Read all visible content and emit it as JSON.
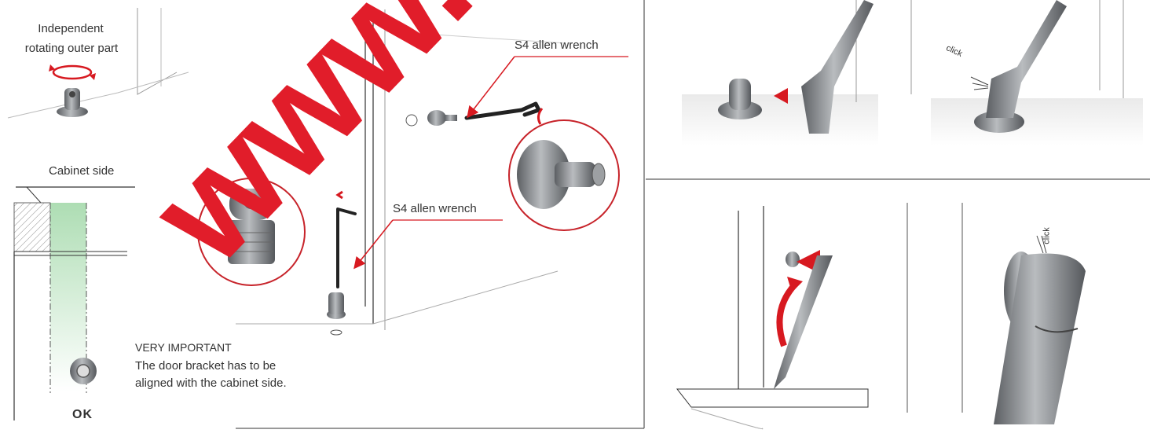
{
  "labels": {
    "independent_line1": "Independent",
    "independent_line2": "rotating outer part",
    "cabinet_side": "Cabinet side",
    "wrench_top": "S4 allen wrench",
    "wrench_bottom": "S4 allen wrench",
    "very_important": "VERY IMPORTANT",
    "note_line1": "The door bracket has to be",
    "note_line2": "aligned with the cabinet side.",
    "ok": "OK",
    "click_top": "click",
    "click_bottom": "click"
  },
  "watermark": "www.mengg",
  "colors": {
    "accent": "#d71920",
    "green_band": "#bfe3c3",
    "metal": "#8a8d90",
    "line": "#333333"
  }
}
